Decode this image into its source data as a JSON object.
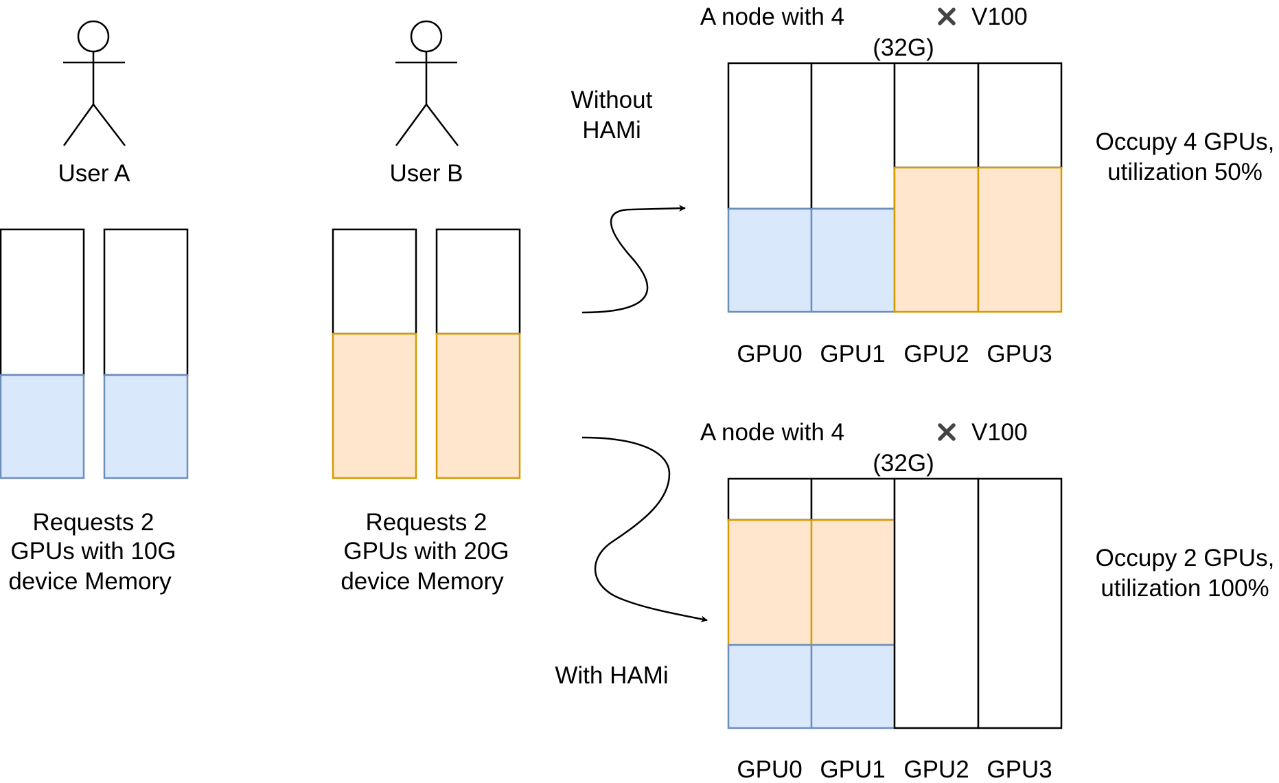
{
  "colors": {
    "blue_fill": "#dae8fc",
    "blue_stroke": "#6c8ebf",
    "orange_fill": "#ffe6cc",
    "orange_stroke": "#d79b00",
    "black": "#000000",
    "cross": "#444444"
  },
  "users": [
    {
      "name": "User A",
      "request_lines": [
        "Requests 2",
        "GPUs with 10G",
        "device Memory"
      ],
      "gpu_count": 2,
      "memory_fraction": 0.42,
      "color": "blue"
    },
    {
      "name": "User B",
      "request_lines": [
        "Requests 2",
        "GPUs with 20G",
        "device Memory"
      ],
      "gpu_count": 2,
      "memory_fraction": 0.58,
      "color": "orange"
    }
  ],
  "scenarios": [
    {
      "label_lines": [
        "Without",
        "HAMi"
      ],
      "node_title_pre": "A node with 4",
      "cross_icon": "multiply-icon",
      "node_title_post": "V100",
      "node_title_line2": "(32G)",
      "gpu_labels": [
        "GPU0",
        "GPU1",
        "GPU2",
        "GPU3"
      ],
      "summary_lines": [
        "Occupy 4 GPUs,",
        "utilization 50%"
      ]
    },
    {
      "label_lines": [
        "With HAMi"
      ],
      "node_title_pre": "A node with 4",
      "cross_icon": "multiply-icon",
      "node_title_post": "V100",
      "node_title_line2": "(32G)",
      "gpu_labels": [
        "GPU0",
        "GPU1",
        "GPU2",
        "GPU3"
      ],
      "summary_lines": [
        "Occupy 2 GPUs,",
        "utilization 100%"
      ]
    }
  ]
}
